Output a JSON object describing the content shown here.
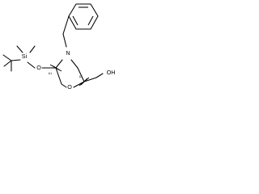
{
  "molecule": {
    "atoms": [
      {
        "id": "si",
        "label": "Si"
      },
      {
        "id": "o-ether",
        "label": "O"
      },
      {
        "id": "n",
        "label": "N"
      },
      {
        "id": "o-ring",
        "label": "O"
      },
      {
        "id": "oh",
        "label": "OH"
      }
    ],
    "stereo_marks": [
      "&1",
      "&1"
    ]
  }
}
